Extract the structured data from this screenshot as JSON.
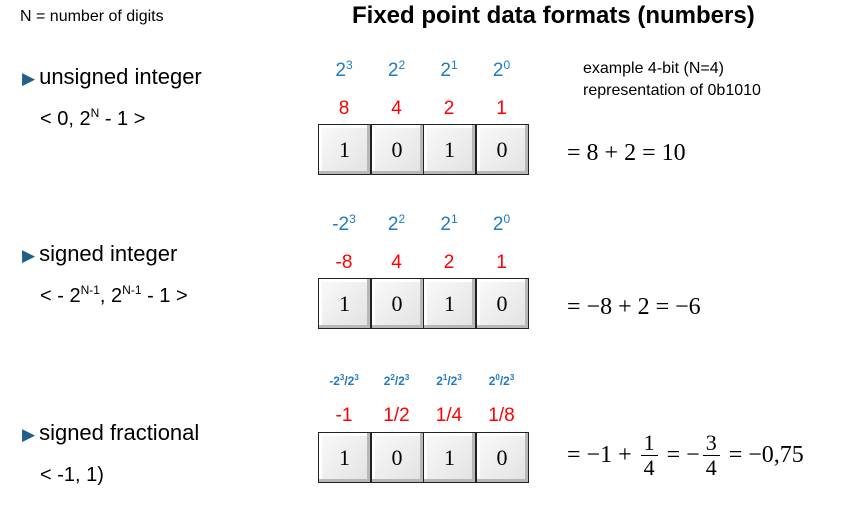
{
  "note": "N = number of digits",
  "title": "Fixed point data formats (numbers)",
  "example": [
    "example 4-bit (N=4)",
    "representation of 0b1010"
  ],
  "sections": [
    {
      "label": "unsigned integer",
      "range": [
        {
          "t": "< 0, 2"
        },
        {
          "sup": "N"
        },
        {
          "t": " - 1 >"
        }
      ],
      "powers": [
        {
          "b": "2",
          "e": "3"
        },
        {
          "b": "2",
          "e": "2"
        },
        {
          "b": "2",
          "e": "1"
        },
        {
          "b": "2",
          "e": "0"
        }
      ],
      "small_powers": false,
      "weights": [
        "8",
        "4",
        "2",
        "1"
      ],
      "bits": [
        "1",
        "0",
        "1",
        "0"
      ],
      "equation": [
        {
          "t": "= 8 + 2 = 10"
        }
      ]
    },
    {
      "label": "signed integer",
      "range": [
        {
          "t": "< - 2"
        },
        {
          "sup": "N-1"
        },
        {
          "t": ", 2"
        },
        {
          "sup": "N-1"
        },
        {
          "t": " - 1 >"
        }
      ],
      "powers": [
        {
          "b": "-2",
          "e": "3"
        },
        {
          "b": "2",
          "e": "2"
        },
        {
          "b": "2",
          "e": "1"
        },
        {
          "b": "2",
          "e": "0"
        }
      ],
      "small_powers": false,
      "weights": [
        "-8",
        "4",
        "2",
        "1"
      ],
      "bits": [
        "1",
        "0",
        "1",
        "0"
      ],
      "equation": [
        {
          "t": "= −8 + 2 = −6"
        }
      ]
    },
    {
      "label": "signed fractional",
      "range": [
        {
          "t": "< -1, 1)"
        }
      ],
      "powers": [
        {
          "b": "-2",
          "e": "3",
          "d": "/2",
          "de": "3"
        },
        {
          "b": "2",
          "e": "2",
          "d": "/2",
          "de": "3"
        },
        {
          "b": "2",
          "e": "1",
          "d": "/2",
          "de": "3"
        },
        {
          "b": "2",
          "e": "0",
          "d": "/2",
          "de": "3"
        }
      ],
      "small_powers": true,
      "weights": [
        "-1",
        "1/2",
        "1/4",
        "1/8"
      ],
      "bits": [
        "1",
        "0",
        "1",
        "0"
      ],
      "equation": [
        {
          "t": "= −1 + "
        },
        {
          "num": "1",
          "den": "4"
        },
        {
          "t": " = −"
        },
        {
          "num": "3",
          "den": "4"
        },
        {
          "t": " = −0,75"
        }
      ]
    }
  ]
}
